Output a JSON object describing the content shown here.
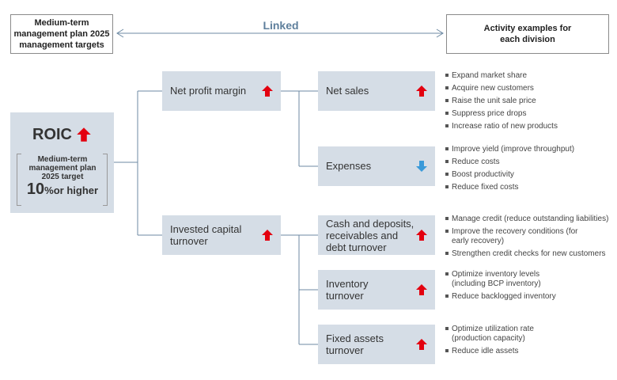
{
  "header": {
    "left_box": "Medium-term management plan 2025 management targets",
    "linked": "Linked",
    "right_box": "Activity examples for each division"
  },
  "roic": {
    "title": "ROIC",
    "sub": "Medium-term management plan 2025 target",
    "pct_number": "10",
    "pct_suffix": "%or higher"
  },
  "nodes": {
    "net_profit_margin": "Net profit margin",
    "invested_capital": "Invested capital turnover",
    "net_sales": "Net sales",
    "expenses": "Expenses",
    "cash_deposits": "Cash and deposits, receivables and debt turnover",
    "inventory": "Inventory turnover",
    "fixed_assets": "Fixed assets turnover"
  },
  "activities": {
    "net_sales": [
      "Expand market share",
      "Acquire new customers",
      "Raise the unit sale price",
      "Suppress price drops",
      "Increase ratio of new products"
    ],
    "expenses": [
      "Improve yield (improve throughput)",
      "Reduce costs",
      "Boost productivity",
      "Reduce fixed costs"
    ],
    "cash_deposits": [
      "Manage credit (reduce outstanding liabilities)",
      "Improve the recovery conditions (for early recovery)",
      "Strengthen credit checks for new customers"
    ],
    "inventory": [
      "Optimize inventory levels (including BCP inventory)",
      "Reduce backlogged inventory"
    ],
    "fixed_assets": [
      "Optimize utilization rate (production capacity)",
      "Reduce idle assets"
    ]
  },
  "colors": {
    "up_arrow": "#e3000f",
    "down_arrow": "#3a9ad9",
    "node_bg": "#d5dde6",
    "connector": "#6d8aa3"
  }
}
